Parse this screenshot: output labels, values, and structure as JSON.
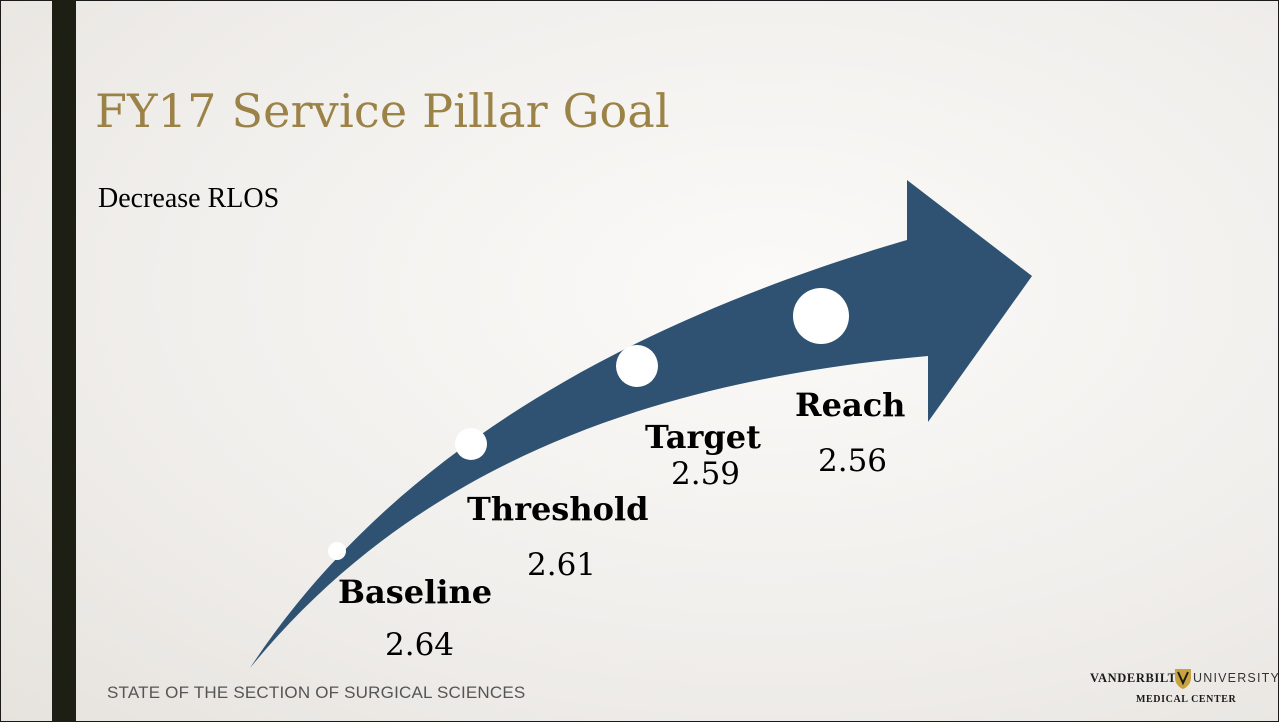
{
  "slide": {
    "title": "FY17 Service Pillar Goal",
    "subtitle": "Decrease RLOS",
    "footer": "STATE OF THE SECTION OF SURGICAL SCIENCES"
  },
  "milestones": [
    {
      "label": "Baseline",
      "value": "2.64"
    },
    {
      "label": "Threshold",
      "value": "2.61"
    },
    {
      "label": "Target",
      "value": "2.59"
    },
    {
      "label": "Reach",
      "value": "2.56"
    }
  ],
  "logo": {
    "line1_left": "VANDERBILT",
    "line1_right": "UNIVERSITY",
    "line2": "MEDICAL CENTER"
  },
  "colors": {
    "arrow": "#2f5273",
    "title": "#9b8247",
    "left_bar": "#1d1f15",
    "logo_shield": "#c9a33d"
  }
}
